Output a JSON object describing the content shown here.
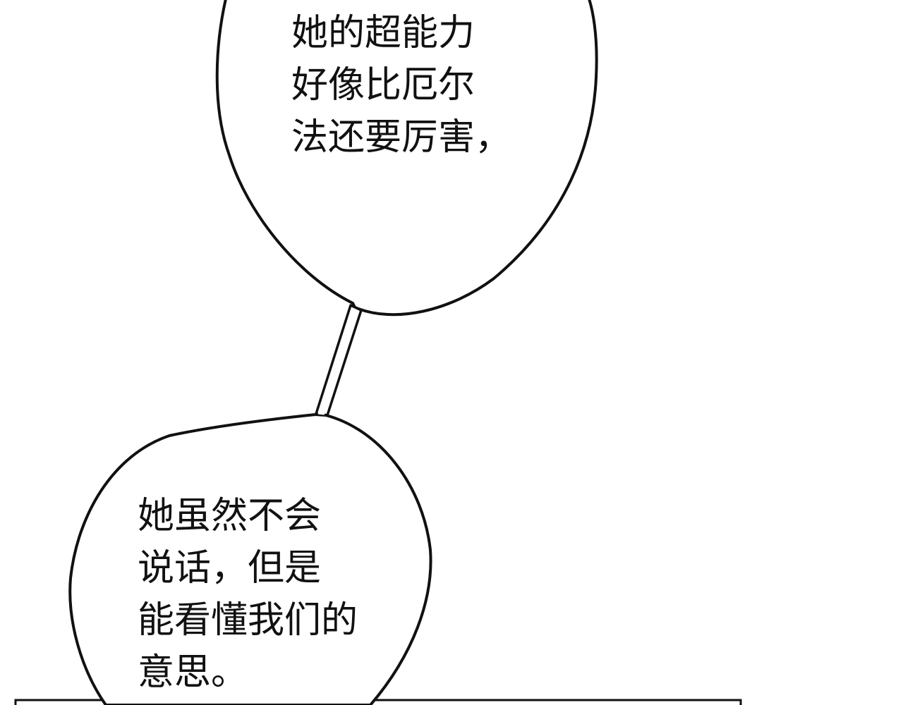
{
  "colors": {
    "background": "#ffffff",
    "ink": "#111111"
  },
  "bubbles": {
    "top": {
      "lines": [
        "她的超能力",
        "好像比厄尔",
        "法还要厉害，"
      ]
    },
    "bottom": {
      "lines": [
        "她虽然不会",
        "说话，但是",
        "能看懂我们的",
        "意思。"
      ]
    }
  }
}
